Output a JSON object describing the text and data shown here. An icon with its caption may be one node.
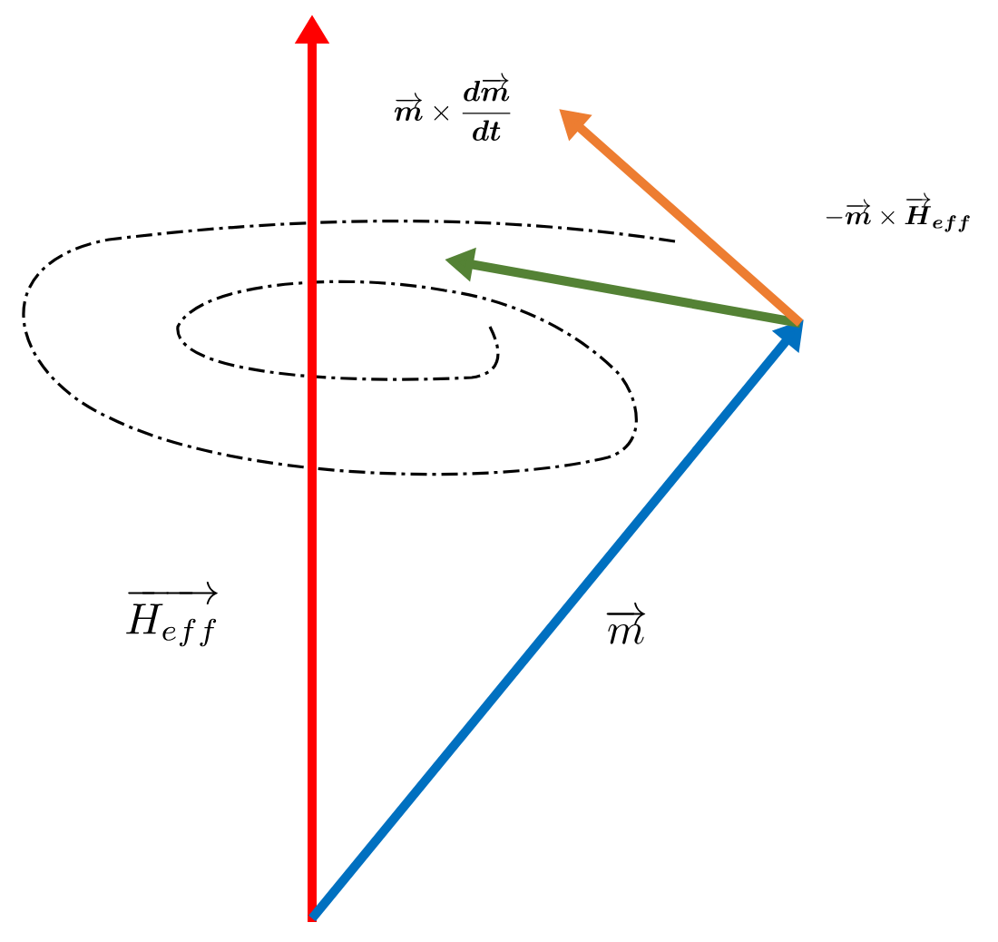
{
  "diagram": {
    "labels": [
      "\\overrightarrow{\\boldsymbol{m}}\\times\\frac{\\boldsymbol{d}\\overrightarrow{\\boldsymbol{m}}}{\\boldsymbol{dt}}",
      "-\\overrightarrow{\\boldsymbol{m}}\\times\\overrightarrow{\\boldsymbol{H}}_{\\boldsymbol{eff}}",
      "\\overrightarrow{H_{eff}}",
      "\\overrightarrow{m}"
    ]
  }
}
